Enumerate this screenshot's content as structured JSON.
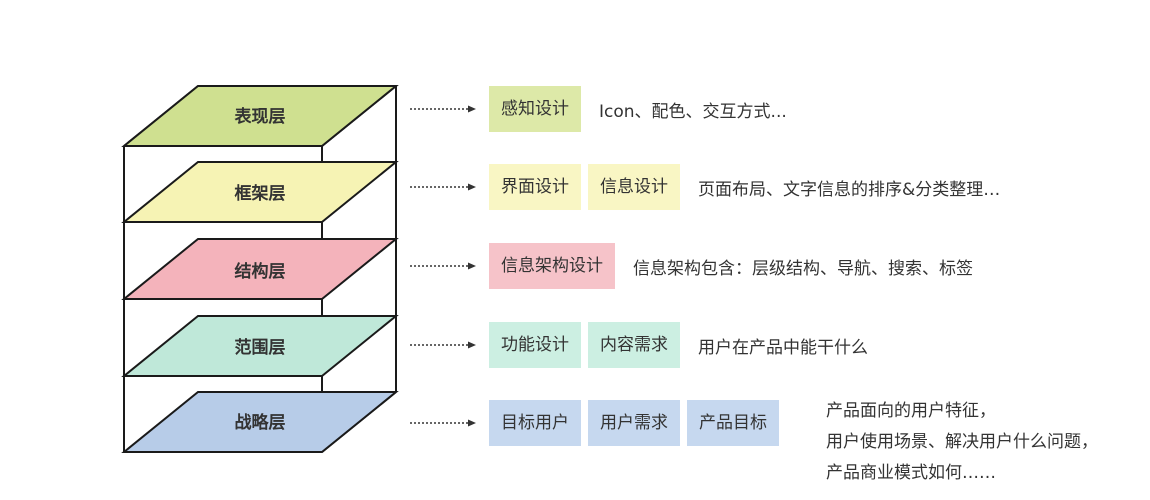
{
  "layers": [
    {
      "id": "surface",
      "name": "表现层",
      "color": "#cfe090",
      "tag_color": "#dde9a8",
      "tags": [
        "感知设计"
      ],
      "description": [
        "Icon、配色、交互方式..."
      ]
    },
    {
      "id": "skeleton",
      "name": "框架层",
      "color": "#f6f3b4",
      "tag_color": "#f9f6c4",
      "tags": [
        "界面设计",
        "信息设计"
      ],
      "description": [
        "页面布局、文字信息的排序&分类整理…"
      ]
    },
    {
      "id": "structure",
      "name": "结构层",
      "color": "#f4b3bb",
      "tag_color": "#f6c3c9",
      "tags": [
        "信息架构设计"
      ],
      "description": [
        "信息架构包含：层级结构、导航、搜索、标签"
      ]
    },
    {
      "id": "scope",
      "name": "范围层",
      "color": "#bfe8d9",
      "tag_color": "#ccefe2",
      "tags": [
        "功能设计",
        "内容需求"
      ],
      "description": [
        "用户在产品中能干什么"
      ]
    },
    {
      "id": "strategy",
      "name": "战略层",
      "color": "#b7cce8",
      "tag_color": "#c6d8ef",
      "tags": [
        "目标用户",
        "用户需求",
        "产品目标"
      ],
      "description": [
        "产品面向的用户特征，",
        "用户使用场景、解决用户什么问题，",
        "产品商业模式如何……"
      ]
    }
  ],
  "colors": {
    "outline": "#1a1a1a",
    "text": "#333333"
  }
}
